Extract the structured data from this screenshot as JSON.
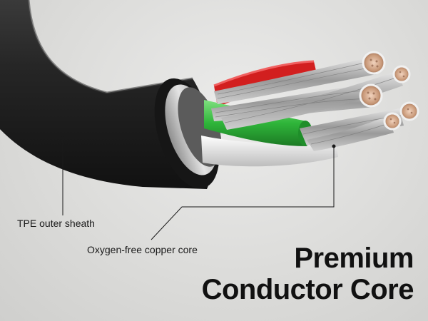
{
  "callouts": {
    "sheath": "TPE outer sheath",
    "core": "Oxygen-free copper core"
  },
  "headline": {
    "line1": "Premium",
    "line2": "Conductor Core"
  },
  "colors": {
    "background": "#dcdcda",
    "sheath": "#1c1c1c",
    "ferrule": "#c8c8c8",
    "wire_green": "#2fb53a",
    "wire_red": "#d21f1f",
    "wire_white": "#f2f2f2",
    "copper": "#c99a7a",
    "headline_text": "#111111"
  }
}
